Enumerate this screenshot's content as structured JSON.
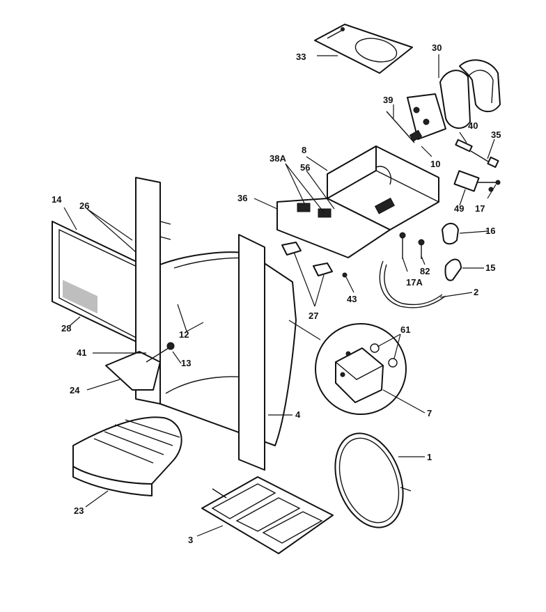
{
  "diagram": {
    "labels": {
      "p1": "1",
      "p2": "2",
      "p3": "3",
      "p4": "4",
      "p7": "7",
      "p8": "8",
      "p10": "10",
      "p12": "12",
      "p13": "13",
      "p14": "14",
      "p15": "15",
      "p16": "16",
      "p17": "17",
      "p17a": "17A",
      "p23": "23",
      "p24": "24",
      "p26": "26",
      "p27": "27",
      "p28": "28",
      "p30": "30",
      "p33": "33",
      "p35": "35",
      "p36": "36",
      "p38a": "38A",
      "p39": "39",
      "p40": "40",
      "p41": "41",
      "p43": "43",
      "p49": "49",
      "p56": "56",
      "p61": "61",
      "p82": "82"
    }
  }
}
